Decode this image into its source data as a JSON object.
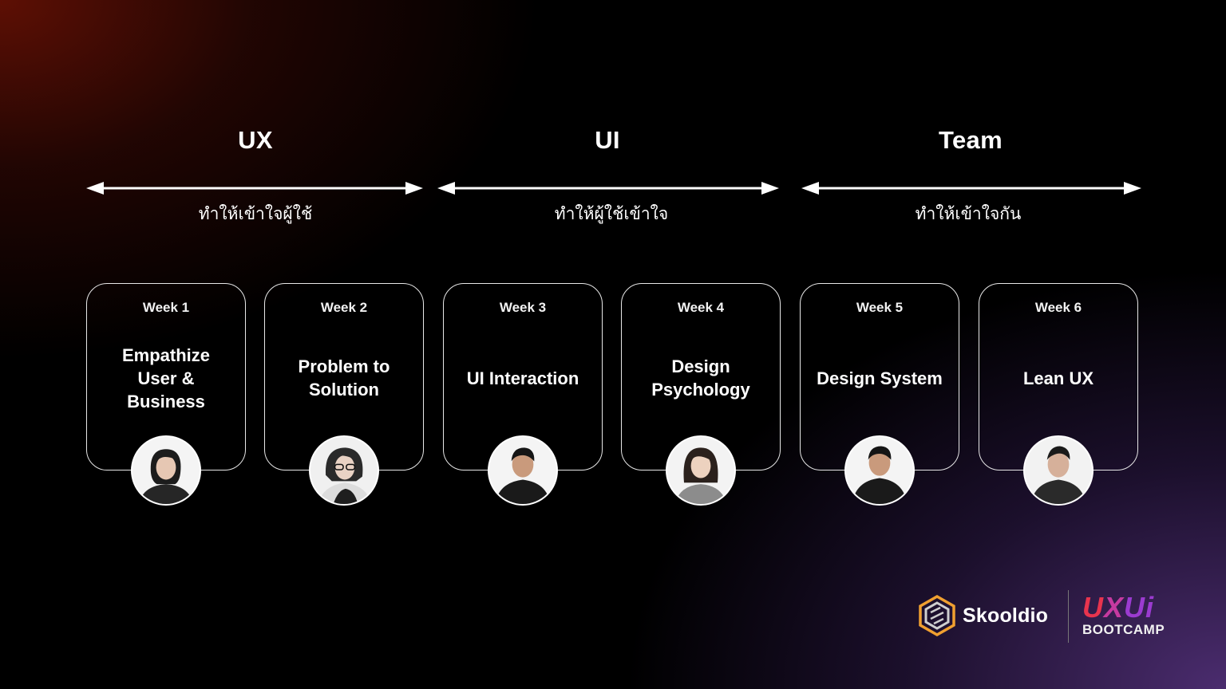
{
  "sections": [
    {
      "title": "UX",
      "subtitle": "ทำให้เข้าใจผู้ใช้"
    },
    {
      "title": "UI",
      "subtitle": "ทำให้ผู้ใช้เข้าใจ"
    },
    {
      "title": "Team",
      "subtitle": "ทำให้เข้าใจกัน"
    }
  ],
  "weeks": [
    {
      "label": "Week 1",
      "topic": "Empathize\nUser &\nBusiness"
    },
    {
      "label": "Week 2",
      "topic": "Problem to\nSolution"
    },
    {
      "label": "Week 3",
      "topic": "UI Interaction"
    },
    {
      "label": "Week 4",
      "topic": "Design\nPsychology"
    },
    {
      "label": "Week 5",
      "topic": "Design System"
    },
    {
      "label": "Week 6",
      "topic": "Lean UX"
    }
  ],
  "brand": {
    "skooldio": "Skooldio",
    "uxui_u": "U",
    "uxui_x": "X",
    "uxui_ui": "Ui",
    "bootcamp": "BOOTCAMP"
  },
  "colors": {
    "accent_red": "#e8344e",
    "accent_purple": "#9b3bd0",
    "skooldio_orange": "#f0a030"
  }
}
